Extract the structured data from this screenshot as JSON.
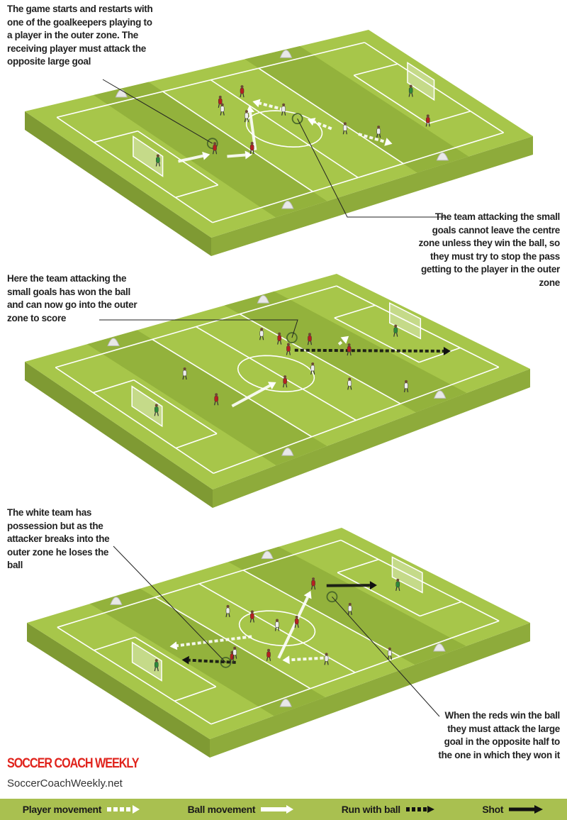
{
  "annotations": {
    "gk_restart": "The game starts and restarts with one of the goalkeepers playing to a player in the outer zone. The receiving player must attack the opposite large goal",
    "centre_zone": "The team attacking the small goals cannot leave the centre zone unless they win the ball, so they must try to stop the pass getting to the player in the outer zone",
    "won_ball": "Here the team attacking the small goals has won the ball and can now go into the outer zone to score",
    "loses_ball": "The white team has possession but as the attacker breaks into the outer zone he loses the ball",
    "reds_win": "When the reds win the ball they must attack the large goal in the opposite half to the one in which they won it"
  },
  "branding": {
    "logo": "SOCCER COACH WEEKLY",
    "url": "SoccerCoachWeekly.net"
  },
  "legend": [
    {
      "label": "Player movement",
      "icon": "dashed-white-arrow"
    },
    {
      "label": "Ball movement",
      "icon": "solid-white-arrow"
    },
    {
      "label": "Run with ball",
      "icon": "dashed-black-arrow"
    },
    {
      "label": "Shot",
      "icon": "solid-black-arrow"
    }
  ],
  "colors": {
    "pitch": "#a7c64a",
    "zone": "#93b23c",
    "side": "#7f9a33",
    "red_team": "#b52020",
    "white_team": "#eeeeee",
    "goalkeeper": "#2e8a3a",
    "legend_bar": "#a9c050",
    "brand": "#e0231c"
  }
}
